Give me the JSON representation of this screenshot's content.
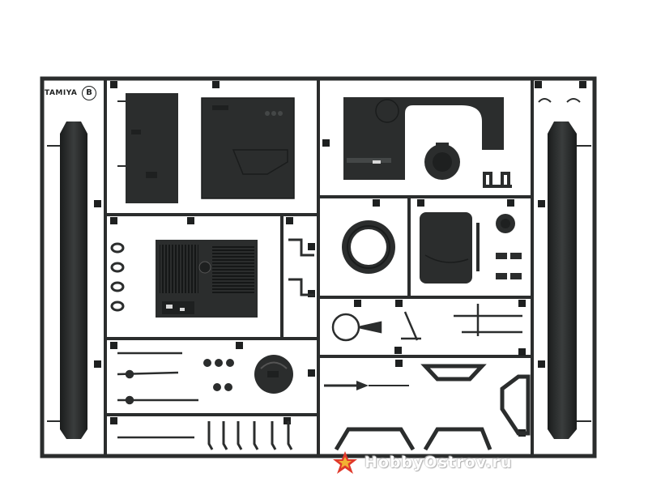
{
  "image": {
    "subject": "plastic model kit sprue tree",
    "colors": {
      "background": "#ffffff",
      "plastic": "#2b2d2d",
      "plastic_dark": "#1e2020",
      "plastic_light": "#444747",
      "watermark_star_red": "#e0392b",
      "watermark_star_gold": "#f2b233"
    }
  },
  "frame": {
    "brand": "TAMIYA",
    "part_letter": "B"
  },
  "watermark": {
    "text": "HobbyOstrov.ru",
    "icon": "star-logo-icon"
  }
}
